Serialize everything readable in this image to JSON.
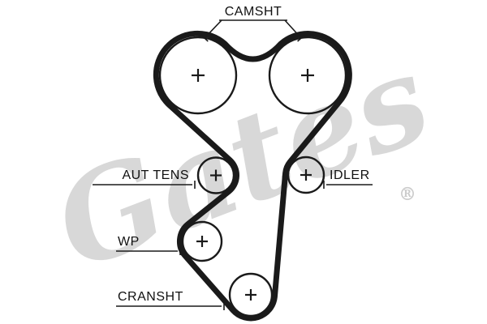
{
  "diagram": {
    "brand_watermark": {
      "text": "Gates",
      "registered_mark": "®"
    },
    "labels": {
      "camshaft": "CAMSHT",
      "auto_tensioner": "AUT TENS",
      "idler": "IDLER",
      "water_pump": "WP",
      "crankshaft": "CRANSHT"
    },
    "pulleys": [
      {
        "name": "camshaft-pulley-left",
        "label": "CAMSHT",
        "marker": "+"
      },
      {
        "name": "camshaft-pulley-right",
        "label": "CAMSHT",
        "marker": "+"
      },
      {
        "name": "automatic-tensioner",
        "label": "AUT TENS",
        "marker": "+"
      },
      {
        "name": "idler-pulley",
        "label": "IDLER",
        "marker": "+"
      },
      {
        "name": "water-pump-pulley",
        "label": "WP",
        "marker": "+"
      },
      {
        "name": "crankshaft-pulley",
        "label": "CRANSHT",
        "marker": "+"
      }
    ],
    "colors": {
      "background": "#ffffff",
      "line": "#1a1a1a",
      "watermark": "#d8d8d8"
    }
  }
}
